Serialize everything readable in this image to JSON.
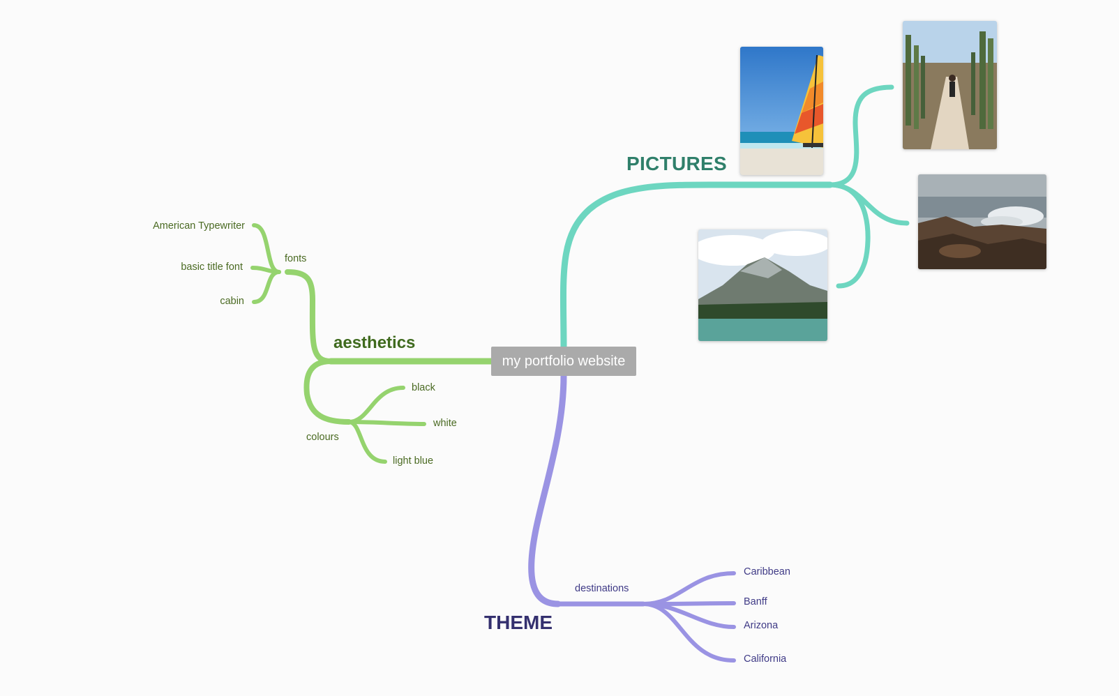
{
  "central": {
    "label": "my portfolio website"
  },
  "aesthetics": {
    "label": "aesthetics",
    "fonts": {
      "label": "fonts",
      "items": [
        "American Typewriter",
        "basic title font",
        "cabin"
      ]
    },
    "colours": {
      "label": "colours",
      "items": [
        "black",
        "white",
        "light blue"
      ]
    }
  },
  "pictures": {
    "label": "PICTURES",
    "images": [
      {
        "name": "sailboat-photo"
      },
      {
        "name": "cactus-path-photo"
      },
      {
        "name": "rocky-shore-photo"
      },
      {
        "name": "mountain-lake-photo"
      }
    ]
  },
  "theme": {
    "label": "THEME",
    "destinations": {
      "label": "destinations",
      "items": [
        "Caribbean",
        "Banff",
        "Arizona",
        "California"
      ]
    }
  },
  "colors": {
    "green_branch": "#95d36e",
    "teal_branch": "#6dd6c0",
    "purple_branch": "#9a93e3",
    "central_bg": "#aaaaaa"
  }
}
